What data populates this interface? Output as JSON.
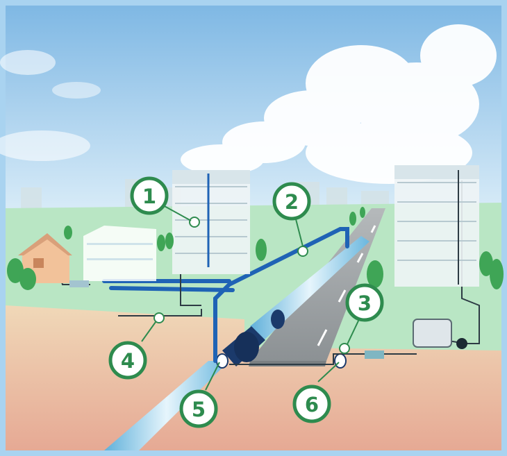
{
  "callouts": [
    {
      "number": "1"
    },
    {
      "number": "2"
    },
    {
      "number": "3"
    },
    {
      "number": "4"
    },
    {
      "number": "5"
    },
    {
      "number": "6"
    }
  ],
  "colors": {
    "callout_green": "#2e8b4e",
    "water_main_blue": "#8cc6e0",
    "service_pipe_blue": "#1f63b5",
    "ground_green": "#b9e6c4",
    "soil_tan": "#eccdaa",
    "frame_blue": "#a9d3f0"
  },
  "icons": [
    "house-icon",
    "building-icon",
    "tree-icon",
    "water-meter-icon",
    "pump-tank-icon",
    "valve-icon"
  ]
}
